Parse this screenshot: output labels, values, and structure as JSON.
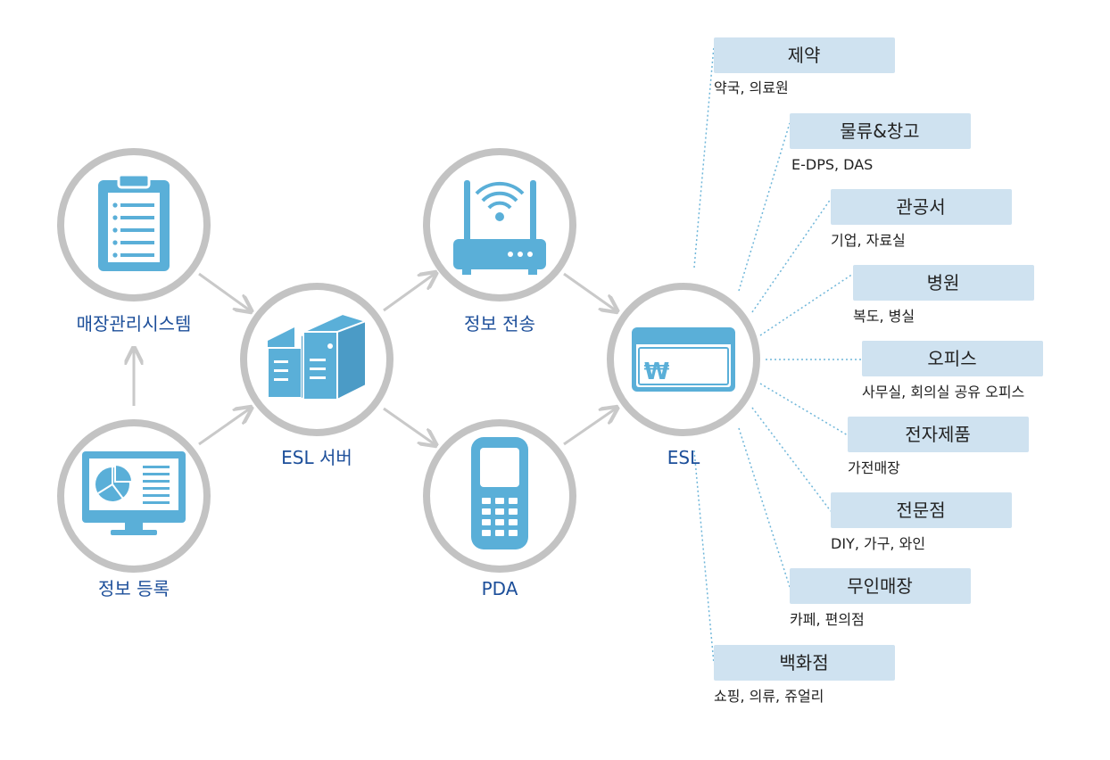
{
  "colors": {
    "ring": "#c3c3c3",
    "icon": "#5aafd8",
    "label": "#1d4f9a",
    "arrow": "#c9c9c9",
    "category_box": "#cfe2f0",
    "dotted_line": "#6fb6d9",
    "text": "#222222"
  },
  "nodes": [
    {
      "id": "management",
      "label": "매장관리시스템",
      "icon": "clipboard-icon"
    },
    {
      "id": "registration",
      "label": "정보 등록",
      "icon": "monitor-chart-icon"
    },
    {
      "id": "server",
      "label": "ESL 서버",
      "icon": "server-icon"
    },
    {
      "id": "transmission",
      "label": "정보 전송",
      "icon": "wifi-router-icon"
    },
    {
      "id": "pda",
      "label": "PDA",
      "icon": "pda-phone-icon"
    },
    {
      "id": "esl",
      "label": "ESL",
      "icon": "esl-price-tag-icon",
      "symbol": "₩"
    }
  ],
  "categories": [
    {
      "title": "제약",
      "desc": "약국, 의료원"
    },
    {
      "title": "물류&창고",
      "desc": "E-DPS, DAS"
    },
    {
      "title": "관공서",
      "desc": "기업, 자료실"
    },
    {
      "title": "병원",
      "desc": "복도, 병실"
    },
    {
      "title": "오피스",
      "desc": "사무실, 회의실 공유 오피스"
    },
    {
      "title": "전자제품",
      "desc": "가전매장"
    },
    {
      "title": "전문점",
      "desc": "DIY, 가구, 와인"
    },
    {
      "title": "무인매장",
      "desc": "카페, 편의점"
    },
    {
      "title": "백화점",
      "desc": "쇼핑, 의류, 쥬얼리"
    }
  ]
}
